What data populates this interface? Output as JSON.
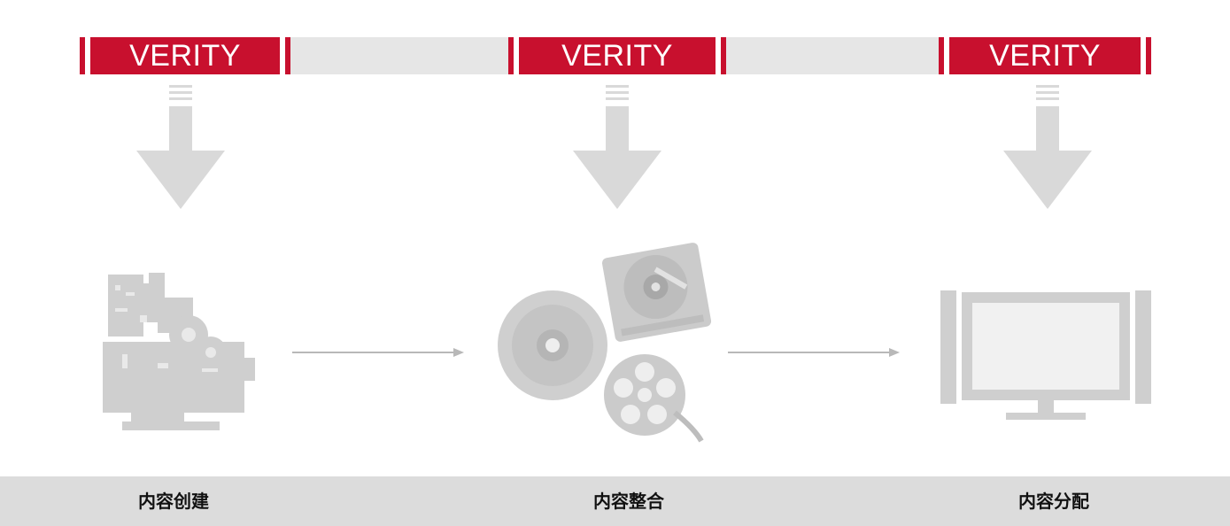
{
  "brand": {
    "tag_text": "VERITY",
    "accent_color": "#c8102e",
    "band_color": "#e6e6e6",
    "arrow_color": "#d9d9d9"
  },
  "stages": [
    {
      "icon": "film-camera-icon",
      "label": "内容创建"
    },
    {
      "icon": "disc-harddrive-filmreel-icon",
      "label": "内容整合"
    },
    {
      "icon": "flat-screen-tv-icon",
      "label": "内容分配"
    }
  ],
  "flow_arrows": [
    "right-arrow-icon",
    "right-arrow-icon"
  ]
}
